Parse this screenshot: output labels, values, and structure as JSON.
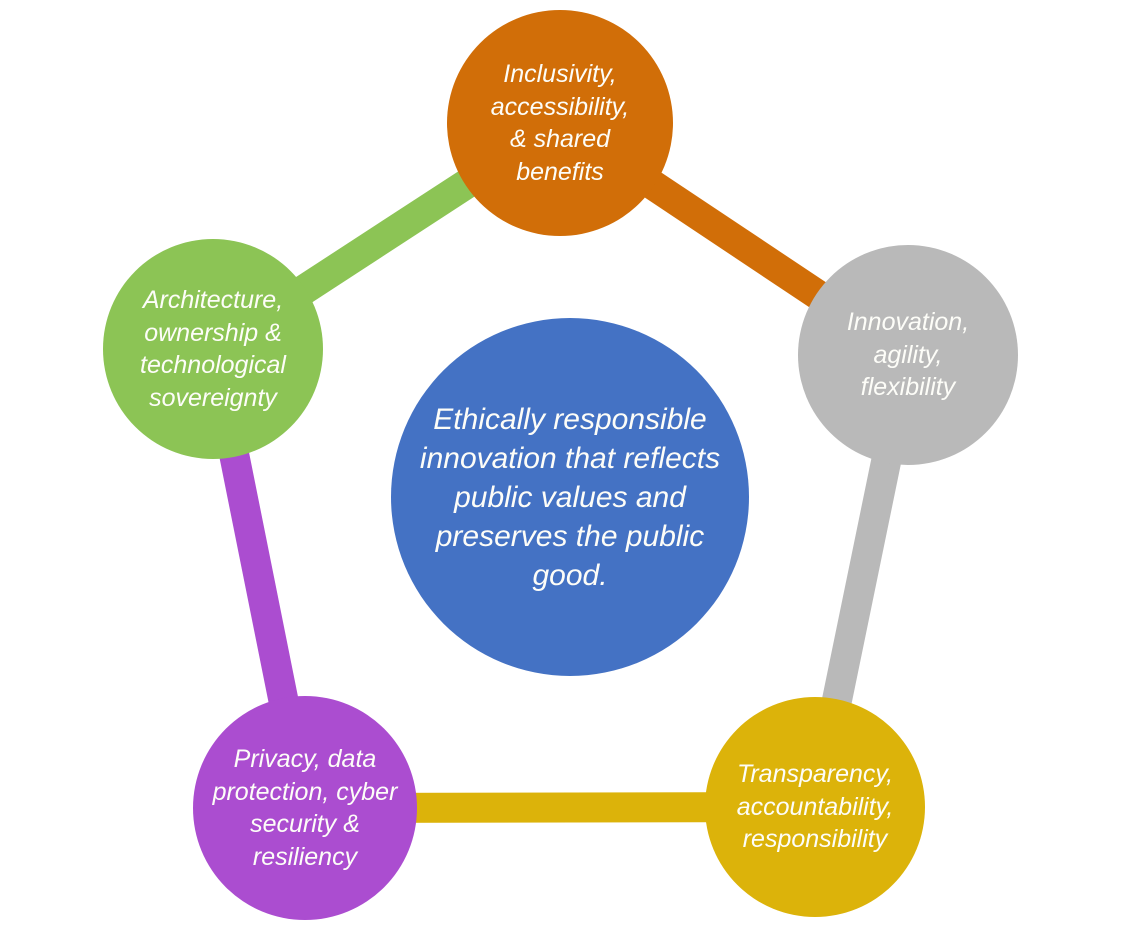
{
  "diagram": {
    "background_color": "#ffffff",
    "text_color": "#fdfdf8",
    "center": {
      "id": "ethics-core",
      "label": "Ethically responsible\ninnovation that reflects\npublic values and\npreserves the public\ngood.",
      "color": "#4472c4"
    },
    "nodes": [
      {
        "id": "inclusivity",
        "label": "Inclusivity,\naccessibility,\n& shared\nbenefits",
        "color": "#d16e08",
        "position": "top"
      },
      {
        "id": "innovation",
        "label": "Innovation,\nagility,\nflexibility",
        "color": "#b9b9b9",
        "position": "upper-right"
      },
      {
        "id": "transparency",
        "label": "Transparency,\naccountability,\nresponsibility",
        "color": "#dcb30a",
        "position": "lower-right"
      },
      {
        "id": "privacy",
        "label": "Privacy, data\nprotection, cyber\nsecurity &\nresiliency",
        "color": "#ab4dd0",
        "position": "lower-left"
      },
      {
        "id": "architecture",
        "label": "Architecture,\nownership &\ntechnological\nsovereignty",
        "color": "#8cc455",
        "position": "upper-left"
      }
    ],
    "connections": [
      {
        "from": "architecture",
        "to": "inclusivity",
        "color": "#8cc455"
      },
      {
        "from": "inclusivity",
        "to": "innovation",
        "color": "#d16e08"
      },
      {
        "from": "innovation",
        "to": "transparency",
        "color": "#b9b9b9"
      },
      {
        "from": "transparency",
        "to": "privacy",
        "color": "#dcb30a"
      },
      {
        "from": "privacy",
        "to": "architecture",
        "color": "#ab4dd0"
      }
    ]
  }
}
